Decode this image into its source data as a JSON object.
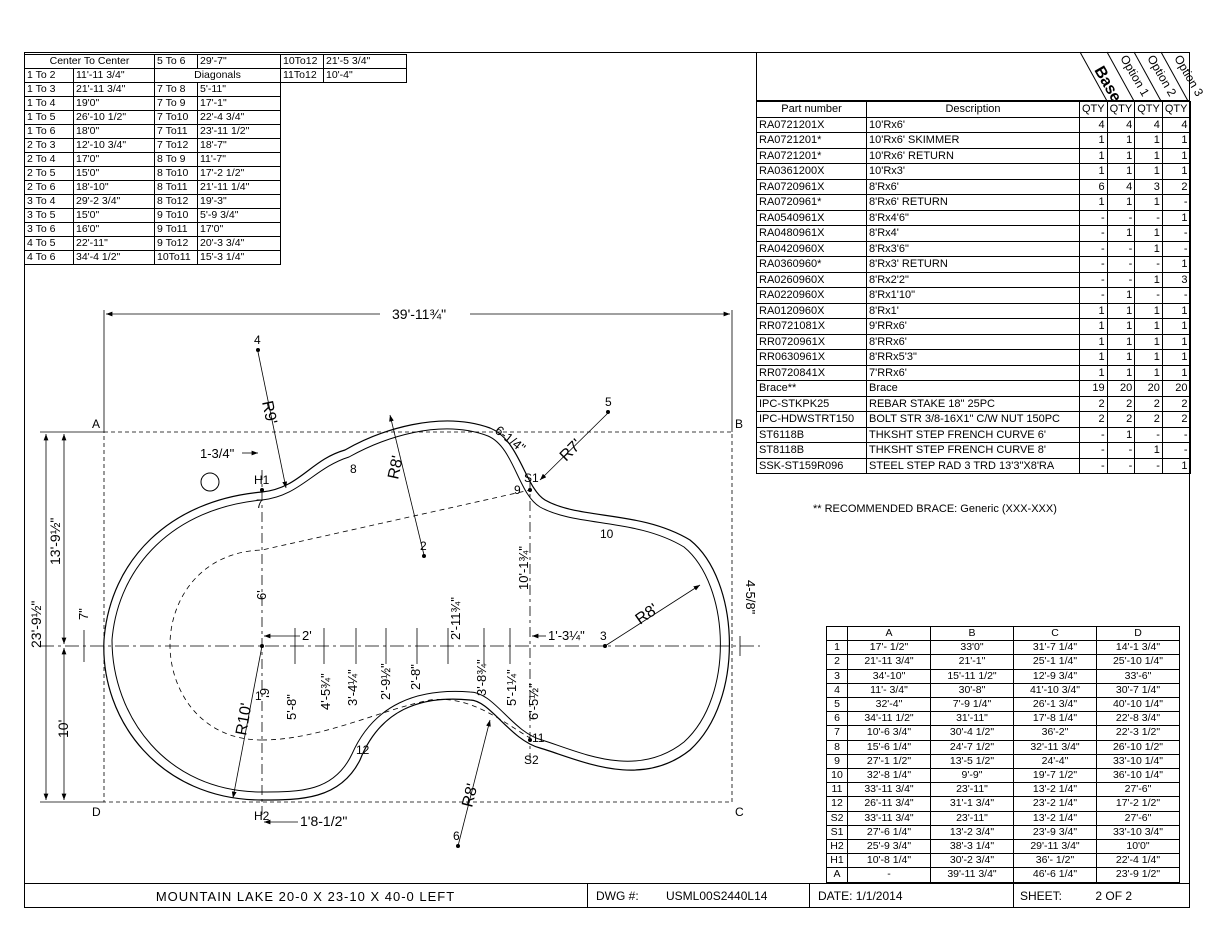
{
  "center_to_center": {
    "header": "Center To Center",
    "diag_header": "Diagonals",
    "col1": [
      [
        "1 To 2",
        "11'-11 3/4\""
      ],
      [
        "1 To 3",
        "21'-11 3/4\""
      ],
      [
        "1 To 4",
        "19'0\""
      ],
      [
        "1 To 5",
        "26'-10 1/2\""
      ],
      [
        "1 To 6",
        "18'0\""
      ],
      [
        "2 To 3",
        "12'-10 3/4\""
      ],
      [
        "2 To 4",
        "17'0\""
      ],
      [
        "2 To 5",
        "15'0\""
      ],
      [
        "2 To 6",
        "18'-10\""
      ],
      [
        "3 To 4",
        "29'-2 3/4\""
      ],
      [
        "3 To 5",
        "15'0\""
      ],
      [
        "3 To 6",
        "16'0\""
      ],
      [
        "4 To 5",
        "22'-11\""
      ],
      [
        "4 To 6",
        "34'-4 1/2\""
      ]
    ],
    "col2_first": [
      "5 To 6",
      "29'-7\""
    ],
    "col2": [
      [
        "7 To 8",
        "5'-11\""
      ],
      [
        "7 To 9",
        "17'-1\""
      ],
      [
        "7 To10",
        "22'-4 3/4\""
      ],
      [
        "7 To11",
        "23'-11 1/2\""
      ],
      [
        "7 To12",
        "18'-7\""
      ],
      [
        "8 To 9",
        "11'-7\""
      ],
      [
        "8 To10",
        "17'-2 1/2\""
      ],
      [
        "8 To11",
        "21'-11 1/4\""
      ],
      [
        "8 To12",
        "19'-3\""
      ],
      [
        "9 To10",
        "5'-9 3/4\""
      ],
      [
        "9 To11",
        "17'0\""
      ],
      [
        "9 To12",
        "20'-3 3/4\""
      ],
      [
        "10To11",
        "15'-3 1/4\""
      ]
    ],
    "col3": [
      [
        "10To12",
        "21'-5 3/4\""
      ],
      [
        "11To12",
        "10'-4\""
      ]
    ]
  },
  "parts": {
    "option_headers": [
      "Base",
      "Option 1",
      "Option 2",
      "Option 3"
    ],
    "col_part": "Part number",
    "col_desc": "Description",
    "col_qty": "QTY",
    "rows": [
      [
        "RA0721201X",
        "10'Rx6'",
        "4",
        "4",
        "4",
        "4"
      ],
      [
        "RA0721201*",
        "10'Rx6' SKIMMER",
        "1",
        "1",
        "1",
        "1"
      ],
      [
        "RA0721201*",
        "10'Rx6' RETURN",
        "1",
        "1",
        "1",
        "1"
      ],
      [
        "RA0361200X",
        "10'Rx3'",
        "1",
        "1",
        "1",
        "1"
      ],
      [
        "RA0720961X",
        "8'Rx6'",
        "6",
        "4",
        "3",
        "2"
      ],
      [
        "RA0720961*",
        "8'Rx6' RETURN",
        "1",
        "1",
        "1",
        "-"
      ],
      [
        "RA0540961X",
        "8'Rx4'6\"",
        "-",
        "-",
        "-",
        "1"
      ],
      [
        "RA0480961X",
        "8'Rx4'",
        "-",
        "1",
        "1",
        "-"
      ],
      [
        "RA0420960X",
        "8'Rx3'6\"",
        "-",
        "-",
        "1",
        "-"
      ],
      [
        "RA0360960*",
        "8'Rx3' RETURN",
        "-",
        "-",
        "-",
        "1"
      ],
      [
        "RA0260960X",
        "8'Rx2'2\"",
        "-",
        "-",
        "1",
        "3"
      ],
      [
        "RA0220960X",
        "8'Rx1'10\"",
        "-",
        "1",
        "-",
        "-"
      ],
      [
        "RA0120960X",
        "8'Rx1'",
        "1",
        "1",
        "1",
        "1"
      ],
      [
        "RR0721081X",
        "9'RRx6'",
        "1",
        "1",
        "1",
        "1"
      ],
      [
        "RR0720961X",
        "8'RRx6'",
        "1",
        "1",
        "1",
        "1"
      ],
      [
        "RR0630961X",
        "8'RRx5'3\"",
        "1",
        "1",
        "1",
        "1"
      ],
      [
        "RR0720841X",
        "7'RRx6'",
        "1",
        "1",
        "1",
        "1"
      ],
      [
        "Brace**",
        "Brace",
        "19",
        "20",
        "20",
        "20"
      ],
      [
        "IPC-STKPK25",
        "REBAR STAKE 18\" 25PC",
        "2",
        "2",
        "2",
        "2"
      ],
      [
        "IPC-HDWSTRT150",
        "BOLT STR 3/8-16X1\" C/W NUT 150PC",
        "2",
        "2",
        "2",
        "2"
      ],
      [
        "ST6118B",
        "THKSHT STEP FRENCH CURVE 6'",
        "-",
        "1",
        "-",
        "-"
      ],
      [
        "ST8118B",
        "THKSHT STEP FRENCH CURVE 8'",
        "-",
        "-",
        "1",
        "-"
      ],
      [
        "SSK-ST159R096",
        "STEEL STEP RAD 3 TRD 13'3\"X8'RA",
        "-",
        "-",
        "-",
        "1"
      ]
    ],
    "note": "** RECOMMENDED BRACE:  Generic (XXX-XXX)"
  },
  "dims": {
    "headers": [
      "A",
      "B",
      "C",
      "D"
    ],
    "rows": [
      [
        "1",
        "17'- 1/2\"",
        "33'0\"",
        "31'-7 1/4\"",
        "14'-1 3/4\""
      ],
      [
        "2",
        "21'-11 3/4\"",
        "21'-1\"",
        "25'-1 1/4\"",
        "25'-10 1/4\""
      ],
      [
        "3",
        "34'-10\"",
        "15'-11 1/2\"",
        "12'-9 3/4\"",
        "33'-6\""
      ],
      [
        "4",
        "11'- 3/4\"",
        "30'-8\"",
        "41'-10 3/4\"",
        "30'-7 1/4\""
      ],
      [
        "5",
        "32'-4\"",
        "7'-9 1/4\"",
        "26'-1 3/4\"",
        "40'-10 1/4\""
      ],
      [
        "6",
        "34'-11 1/2\"",
        "31'-11\"",
        "17'-8 1/4\"",
        "22'-8 3/4\""
      ],
      [
        "7",
        "10'-6 3/4\"",
        "30'-4 1/2\"",
        "36'-2\"",
        "22'-3 1/2\""
      ],
      [
        "8",
        "15'-6 1/4\"",
        "24'-7 1/2\"",
        "32'-11 3/4\"",
        "26'-10 1/2\""
      ],
      [
        "9",
        "27'-1 1/2\"",
        "13'-5 1/2\"",
        "24'-4\"",
        "33'-10 1/4\""
      ],
      [
        "10",
        "32'-8 1/4\"",
        "9'-9\"",
        "19'-7 1/2\"",
        "36'-10 1/4\""
      ],
      [
        "11",
        "33'-11 3/4\"",
        "23'-11\"",
        "13'-2 1/4\"",
        "27'-6\""
      ],
      [
        "12",
        "26'-11 3/4\"",
        "31'-1 3/4\"",
        "23'-2 1/4\"",
        "17'-2 1/2\""
      ],
      [
        "S2",
        "33'-11 3/4\"",
        "23'-11\"",
        "13'-2 1/4\"",
        "27'-6\""
      ],
      [
        "S1",
        "27'-6 1/4\"",
        "13'-2 3/4\"",
        "23'-9 3/4\"",
        "33'-10 3/4\""
      ],
      [
        "H2",
        "25'-9 3/4\"",
        "38'-3 1/4\"",
        "29'-11 3/4\"",
        "10'0\""
      ],
      [
        "H1",
        "10'-8 1/4\"",
        "30'-2 3/4\"",
        "36'- 1/2\"",
        "22'-4 1/4\""
      ],
      [
        "A",
        "-",
        "39'-11 3/4\"",
        "46'-6 1/4\"",
        "23'-9 1/2\""
      ]
    ]
  },
  "drawing": {
    "overall_width": "39'-11¾\"",
    "overall_height": "23'-9½\"",
    "upper_height": "13'-9½\"",
    "lower_height": "10'",
    "seven": "7\"",
    "right_side": "4-5/8\"",
    "corner_labels": [
      "A",
      "B",
      "C",
      "D"
    ],
    "radii": [
      "R9'",
      "R8'",
      "R7'",
      "R8'",
      "R10'",
      "R8'"
    ],
    "small_dims": [
      "1-3/4\"",
      "6-1/4\"",
      "1'8-1/2\"",
      "2'",
      "6'",
      "6'",
      "10'-1¾\"",
      "2'-11¾\"",
      "1'-3¼\"",
      "5'-8\"",
      "4'-5¾\"",
      "3'-4¼\"",
      "2'-9½\"",
      "2'-8\"",
      "3'-8¾\"",
      "5'-1¼\"",
      "6'-5½\""
    ],
    "points": [
      "1",
      "2",
      "3",
      "4",
      "5",
      "6",
      "7",
      "8",
      "9",
      "10",
      "11",
      "12",
      "H1",
      "H2",
      "S1",
      "S2"
    ]
  },
  "title_block": {
    "title": "MOUNTAIN LAKE 20-0 X 23-10 X 40-0 LEFT",
    "dwg_label": "DWG #:",
    "dwg_no": "USML00S2440L14",
    "date": "DATE:  1/1/2014",
    "sheet_label": "SHEET:",
    "sheet": "2 OF 2"
  }
}
